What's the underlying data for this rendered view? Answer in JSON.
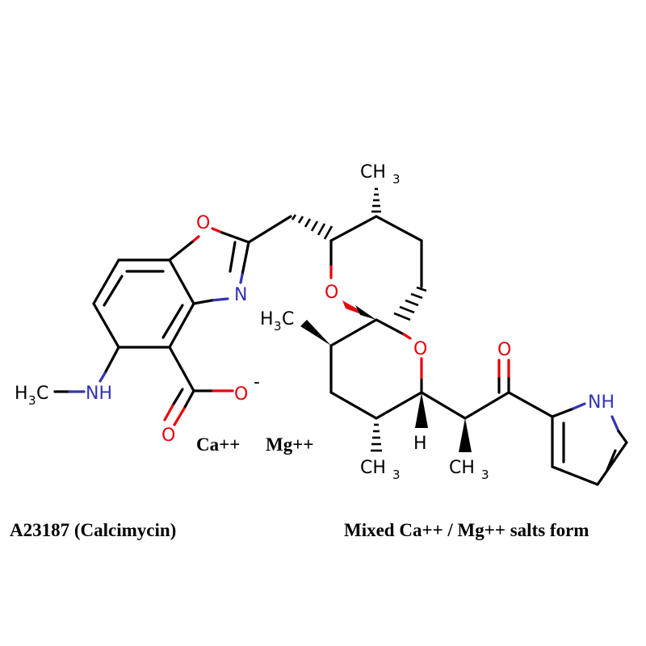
{
  "compound_name": "A23187 (Calcimycin)",
  "salt_form": "Mixed Ca++ / Mg++ salts form",
  "counterions": {
    "calcium": "Ca++",
    "magnesium": "Mg++"
  },
  "atom_labels": {
    "oxazole_oxygen": "O",
    "oxazole_nitrogen": "N",
    "methylamino_h3": "H",
    "methylamino_h3_sub": "3",
    "methylamino_c": "C",
    "methylamino_nh": "NH",
    "carboxylate_oxygen": "O",
    "carboxylate_charge": "-",
    "carbonyl_oxygen": "O",
    "pyran_oxygen_upper": "O",
    "pyran_oxygen_lower": "O",
    "ketone_oxygen": "O",
    "pyrrole_nh": "NH",
    "stereo_h": "H",
    "methyl_top": "CH",
    "methyl_top_sub": "3",
    "methyl_left_h": "H",
    "methyl_left_sub": "3",
    "methyl_left_c": "C",
    "methyl_bottom_left": "CH",
    "methyl_bottom_left_sub": "3",
    "methyl_bottom_right": "CH",
    "methyl_bottom_right_sub": "3"
  },
  "colors": {
    "oxygen": "#e8000b",
    "nitrogen": "#3333b3",
    "carbon": "#000000"
  }
}
